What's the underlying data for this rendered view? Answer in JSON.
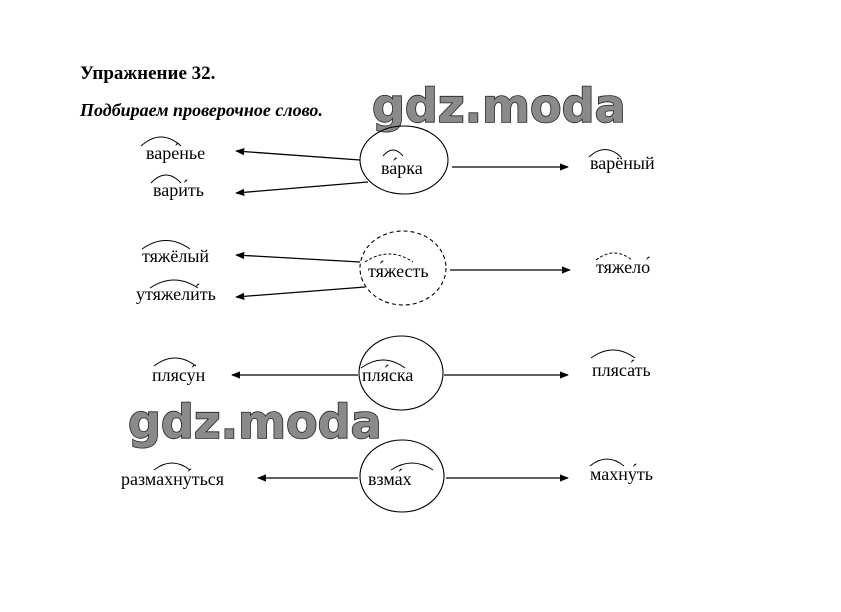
{
  "exercise": {
    "title": "Упражнение 32.",
    "subtitle": "Подбираем проверочное слово."
  },
  "watermarks": [
    "gdz.moda",
    "gdz.moda"
  ],
  "rows": [
    {
      "center": "ва́рка",
      "left": [
        "варе́нье",
        "вари́ть"
      ],
      "right": "варёный"
    },
    {
      "center": "тя́жесть",
      "left": [
        "тяжёлый",
        "утяжели́ть"
      ],
      "right": "тяжело́"
    },
    {
      "center": "пля́ска",
      "left": [
        "плясу́н"
      ],
      "right": "пляса́ть"
    },
    {
      "center": "взма́х",
      "left": [
        "размахну́ться"
      ],
      "right": "махну́ть"
    }
  ]
}
